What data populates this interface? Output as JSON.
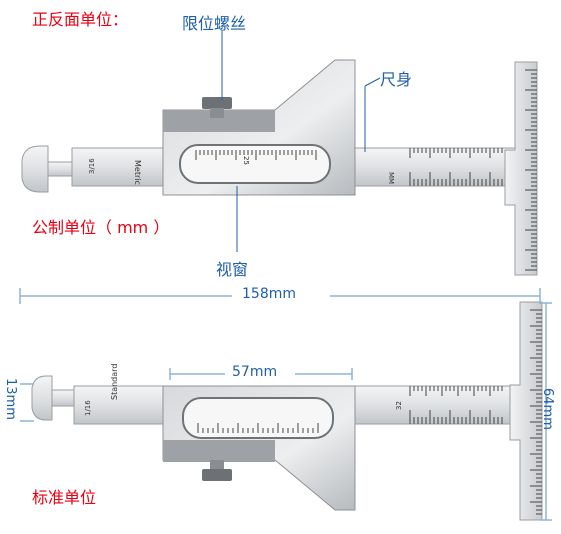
{
  "labels": {
    "front_back_units": "正反面单位：",
    "limit_screw": "限位螺丝",
    "ruler_body": "尺身",
    "metric_units": "公制单位（ mm ）",
    "window": "视窗",
    "standard_units": "标准单位"
  },
  "dimensions": {
    "total_length": "158mm",
    "slider_width": "57mm",
    "blade_height": "13mm",
    "head_height": "64mm"
  },
  "engravings": {
    "metric": "Metric",
    "standard": "Standard",
    "mm_mark": "MM",
    "fraction_top": "3/16",
    "fraction_bottom": "1/16",
    "num_top": "25",
    "num_bottom": "32"
  },
  "colors": {
    "red_text": "#e60012",
    "blue_text": "#1f5fa8",
    "dimension_line": "#8fb3d9",
    "steel_light": "#e9eaec",
    "steel_mid": "#c9ccd0",
    "steel_dark": "#8d9095"
  }
}
